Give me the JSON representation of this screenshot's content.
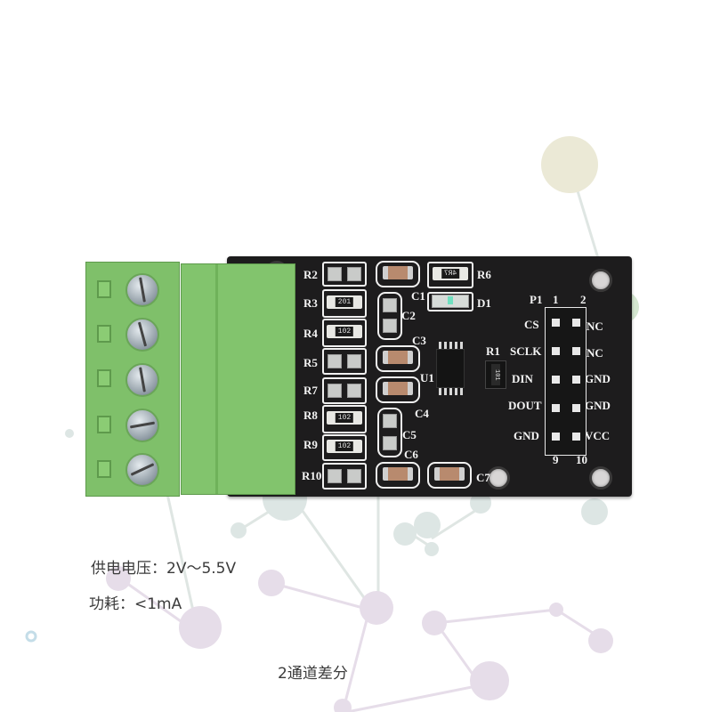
{
  "product": {
    "description": "ADC module PCB with 5-pin green screw terminal block and 2x5 pin header"
  },
  "captions": {
    "supply_voltage": "供电电压：2V～5.5V",
    "power_consumption": "功耗：<1mA",
    "channels": "2通道差分"
  },
  "pcb": {
    "color": "#1d1c1d",
    "silkscreen": {
      "R2": "R2",
      "R3": "R3",
      "R4": "R4",
      "R5": "R5",
      "R7": "R7",
      "R8": "R8",
      "R9": "R9",
      "R10": "R10",
      "R6": "R6",
      "R1": "R1",
      "C1": "C1",
      "C2": "C2",
      "C3": "C3",
      "C4": "C4",
      "C5": "C5",
      "C6": "C6",
      "C7": "C7",
      "D1": "D1",
      "U1": "U1",
      "P1": "P1"
    },
    "resistor_codes": {
      "R1": "101",
      "R3": "201",
      "R4": "102",
      "R8": "102",
      "R9": "102",
      "R6": "4R7"
    },
    "header": {
      "pin_top_left": "1",
      "pin_top_right": "2",
      "pin_bottom_left": "9",
      "pin_bottom_right": "10",
      "left_labels": [
        "CS",
        "SCLK",
        "DIN",
        "DOUT",
        "GND"
      ],
      "right_labels": [
        "NC",
        "NC",
        "GND",
        "GND",
        "VCC"
      ]
    }
  },
  "terminal_block": {
    "color": "#7fc06a",
    "screw_count": 5
  },
  "background": {
    "node_colors": [
      "#e8e6d4",
      "#d9e2e0",
      "#e3dbe6"
    ]
  }
}
